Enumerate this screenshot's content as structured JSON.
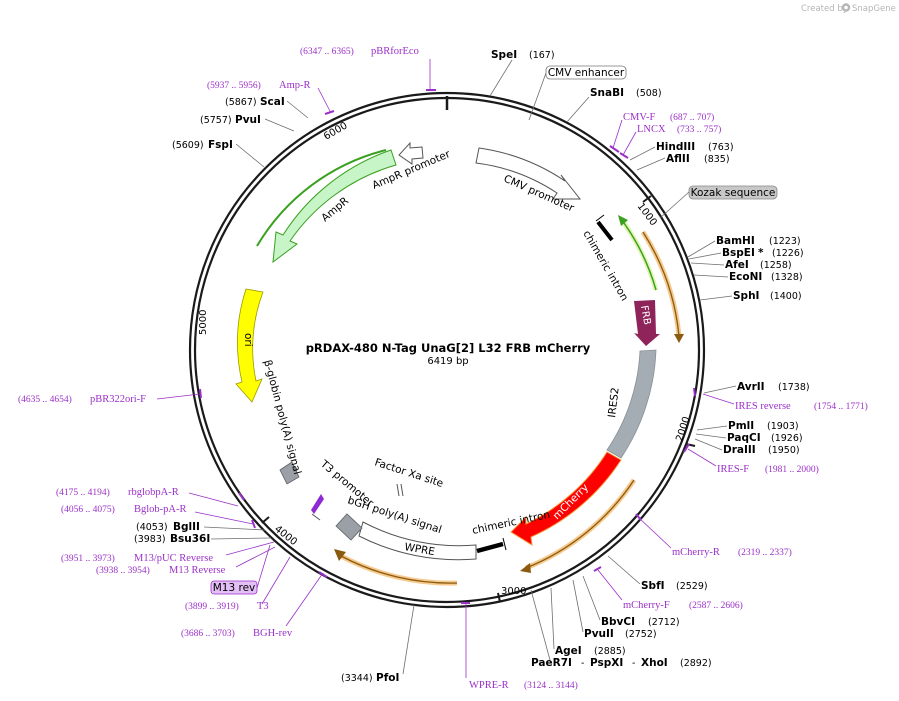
{
  "credit": {
    "prefix": "Created by",
    "brand": "SnapGene"
  },
  "plasmid": {
    "name": "pRDAX-480    N-Tag UnaG[2] L32 FRB mCherry",
    "size_label": "6419 bp",
    "ticks": [
      "1000",
      "2000",
      "3000",
      "4000",
      "5000",
      "6000"
    ]
  },
  "enzymes_right": [
    {
      "name": "SpeI",
      "pos": "(167)"
    },
    {
      "name": "SnaBI",
      "pos": "(508)"
    },
    {
      "name": "HindIII",
      "pos": "(763)"
    },
    {
      "name": "AflII",
      "pos": "(835)"
    },
    {
      "name": "BamHI",
      "pos": "(1223)"
    },
    {
      "name": "BspEI",
      "pos": "(1226)",
      "mark": "*"
    },
    {
      "name": "AfeI",
      "pos": "(1258)"
    },
    {
      "name": "EcoNI",
      "pos": "(1328)"
    },
    {
      "name": "SphI",
      "pos": "(1400)"
    },
    {
      "name": "AvrII",
      "pos": "(1738)"
    },
    {
      "name": "PmlI",
      "pos": "(1903)"
    },
    {
      "name": "PaqCI",
      "pos": "(1926)"
    },
    {
      "name": "DraIII",
      "pos": "(1950)"
    },
    {
      "name": "SbfI",
      "pos": "(2529)"
    },
    {
      "name": "BbvCI",
      "pos": "(2712)"
    },
    {
      "name": "PvuII",
      "pos": "(2752)"
    },
    {
      "name": "AgeI",
      "pos": "(2885)"
    }
  ],
  "enzyme_triple": {
    "a": "PaeR7I",
    "b": "PspXI",
    "c": "XhoI",
    "pos": "(2892)",
    "sep": "-"
  },
  "enzymes_left": [
    {
      "name": "ScaI",
      "pos": "(5867)"
    },
    {
      "name": "PvuI",
      "pos": "(5757)"
    },
    {
      "name": "FspI",
      "pos": "(5609)"
    },
    {
      "name": "BglII",
      "pos": "(4053)"
    },
    {
      "name": "Bsu36I",
      "pos": "(3983)"
    },
    {
      "name": "PfoI",
      "pos": "(3344)"
    }
  ],
  "primers": [
    {
      "name": "pBRforEco",
      "range": "(6347 .. 6365)"
    },
    {
      "name": "Amp-R",
      "range": "(5937 .. 5956)"
    },
    {
      "name": "CMV-F",
      "range": "(687 .. 707)"
    },
    {
      "name": "LNCX",
      "range": "(733 .. 757)"
    },
    {
      "name": "IRES reverse",
      "range": "(1754 .. 1771)"
    },
    {
      "name": "IRES-F",
      "range": "(1981 .. 2000)"
    },
    {
      "name": "mCherry-R",
      "range": "(2319 .. 2337)"
    },
    {
      "name": "mCherry-F",
      "range": "(2587 .. 2606)"
    },
    {
      "name": "WPRE-R",
      "range": "(3124 .. 3144)"
    },
    {
      "name": "BGH-rev",
      "range": "(3686 .. 3703)"
    },
    {
      "name": "T3",
      "range": "(3899 .. 3919)"
    },
    {
      "name": "M13 Reverse",
      "range": "(3938 .. 3954)"
    },
    {
      "name": "M13/pUC Reverse",
      "range": "(3951 .. 3973)"
    },
    {
      "name": "Bglob-pA-R",
      "range": "(4056 .. 4075)"
    },
    {
      "name": "rbglobpA-R",
      "range": "(4175 .. 4194)"
    },
    {
      "name": "pBR322ori-F",
      "range": "(4635 .. 4654)"
    }
  ],
  "boxed_labels": {
    "cmv_enhancer": "CMV enhancer",
    "kozak": "Kozak sequence",
    "m13_rev": "M13 rev"
  },
  "features": {
    "cmv_promoter": "CMV promoter",
    "chimeric_intron_1": "chimeric intron",
    "frb": "FRB",
    "ires2": "IRES2",
    "mcherry": "mCherry",
    "chimeric_intron_2": "chimeric intron",
    "wpre": "WPRE",
    "bgh": "bGH poly(A) signal",
    "factor_xa": "Factor Xa site",
    "t3_promoter": "T3 promoter",
    "bglobin": "β-globin poly(A) signal",
    "ori": "ori",
    "ampr": "AmpR",
    "ampr_promoter": "AmpR promoter"
  },
  "colors": {
    "backbone": "#1a1a1a",
    "primer": "#9b30c8",
    "ampr": "#c8f5c8",
    "ampr_border": "#3aa020",
    "ori": "#ffff00",
    "frb": "#8e2459",
    "ires": "#a4acb4",
    "mcherry": "#ff0000",
    "orf_highlight": "#e8a23a",
    "gray_feature": "#9aa0a6"
  }
}
